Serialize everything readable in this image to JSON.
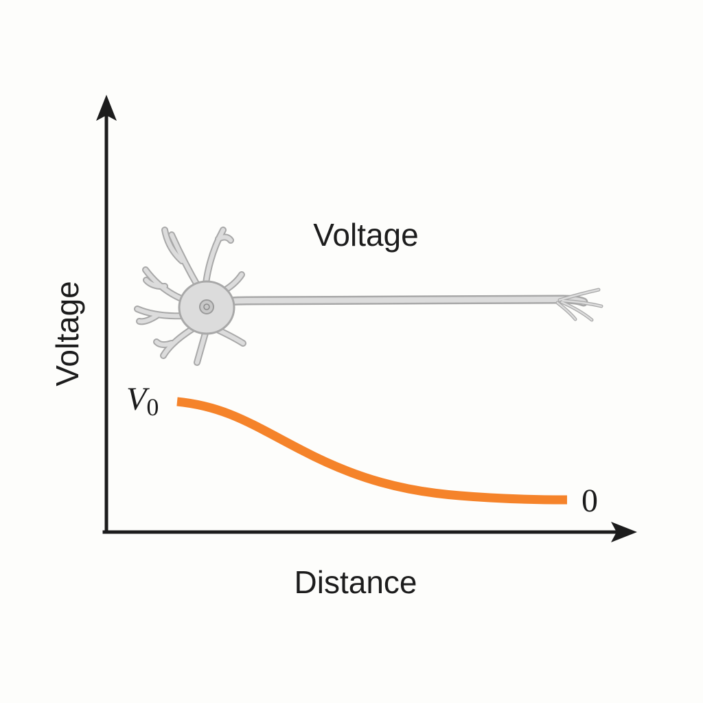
{
  "labels": {
    "title": "Voltage",
    "y_axis": "Voltage",
    "x_axis": "Distance",
    "start_symbol": "V",
    "start_subscript": "0",
    "end_value": "0"
  },
  "colors": {
    "axis": "#1c1c1c",
    "curve": "#f5832a",
    "neuron_fill": "#dcdcdc",
    "neuron_stroke": "#a8a8a8",
    "nucleus": "#b4b4b4"
  },
  "icons": {
    "neuron": "neuron-illustration"
  }
}
